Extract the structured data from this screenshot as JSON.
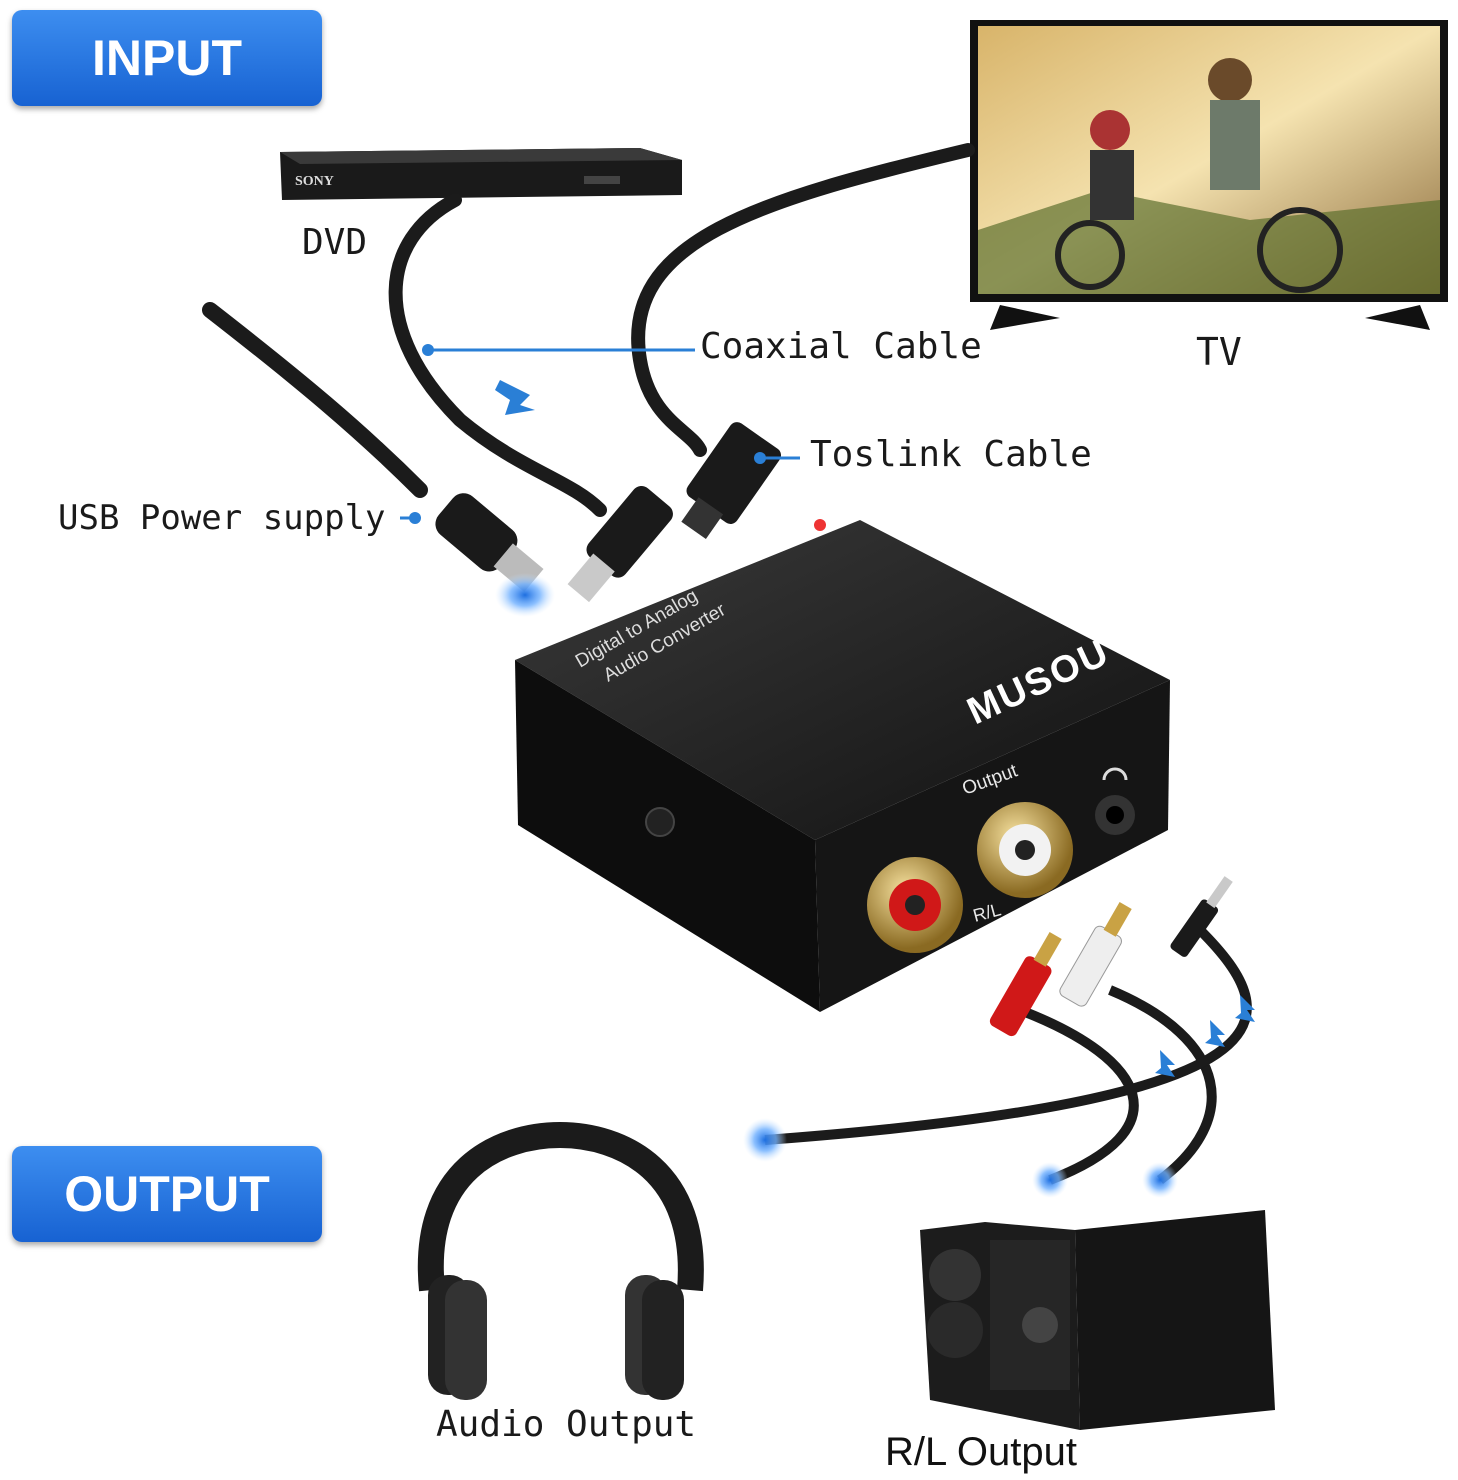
{
  "badges": {
    "input": "INPUT",
    "output": "OUTPUT"
  },
  "labels": {
    "dvd": "DVD",
    "tv": "TV",
    "coaxial_cable": "Coaxial Cable",
    "toslink_cable": "Toslink Cable",
    "usb_power": "USB Power supply",
    "audio_output": "Audio Output",
    "rl_output": "R/L Output"
  },
  "device": {
    "brand": "MUSOU",
    "line1": "Digital to Analog",
    "line2": "Audio Converter",
    "output_label": "Output",
    "rl_label": "R/L"
  },
  "dvd_brand": "SONY",
  "colors": {
    "badge": "#1e6fe0",
    "callout": "#2a7fd6",
    "rca_red": "#d01818",
    "gold": "#c9a244"
  }
}
